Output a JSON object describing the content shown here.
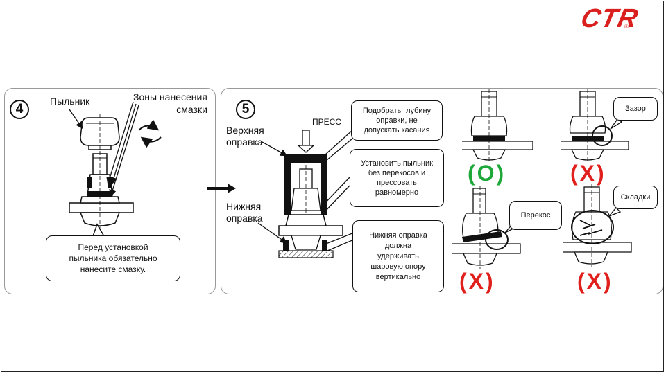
{
  "brand": {
    "logo_text": "CTR",
    "registered_mark": "®",
    "logo_color": "#d9201e"
  },
  "step4": {
    "number": "4",
    "label_boot": "Пыльник",
    "label_grease_zones": "Зоны нанесения\nсмазки",
    "note": "Перед установкой\nпыльника обязательно\nнанесите смазку."
  },
  "step5": {
    "number": "5",
    "label_press": "ПРЕСС",
    "label_upper_mandrel": "Верхняя\nоправка",
    "label_lower_mandrel": "Нижняя\nоправка",
    "callout_depth": "Подобрать глубину\nоправки, не\nдопускать касания",
    "callout_install": "Установить пыльник\nбез перекосов и\nпрессовать\nравномерно",
    "callout_lower": "Нижняя оправка\nдолжна\nудерживать\nшаровую опору\nвертикально"
  },
  "results": [
    {
      "verdict": "(O)",
      "color": "#1fa83a",
      "note": ""
    },
    {
      "verdict": "(X)",
      "color": "#e0201c",
      "note": "Зазор"
    },
    {
      "verdict": "(X)",
      "color": "#e0201c",
      "note": "Перекос"
    },
    {
      "verdict": "(X)",
      "color": "#e0201c",
      "note": "Складки"
    }
  ]
}
